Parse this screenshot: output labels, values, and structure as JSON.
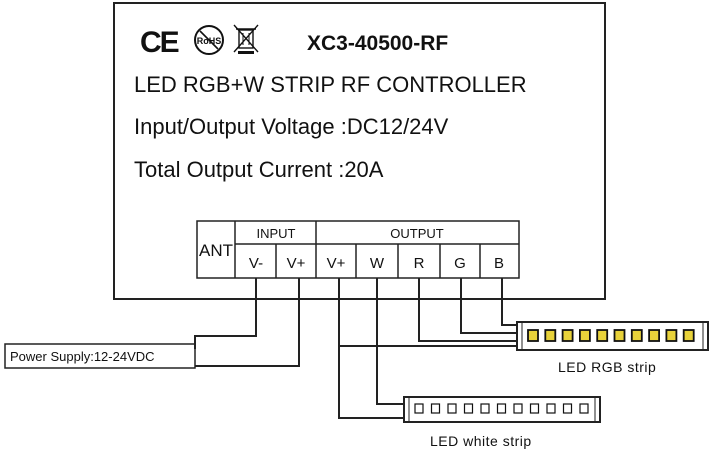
{
  "controller": {
    "model": "XC3-40500-RF",
    "description": "LED RGB+W STRIP RF CONTROLLER",
    "voltage": "Input/Output Voltage :DC12/24V",
    "current": "Total Output Current :20A",
    "certifications": {
      "ce_mark": "CE",
      "rohs_mark": "RoHS",
      "weee_icon": "crossed-out-bin-icon"
    }
  },
  "terminal_block": {
    "ant_label": "ANT",
    "input_header": "INPUT",
    "output_header": "OUTPUT",
    "input_terminals": [
      "V-",
      "V+"
    ],
    "output_terminals": [
      "V+",
      "W",
      "R",
      "G",
      "B"
    ]
  },
  "power_supply": {
    "label": "Power Supply:12-24VDC"
  },
  "strips": {
    "rgb_label": "LED  RGB  strip",
    "white_label": "LED white strip"
  }
}
